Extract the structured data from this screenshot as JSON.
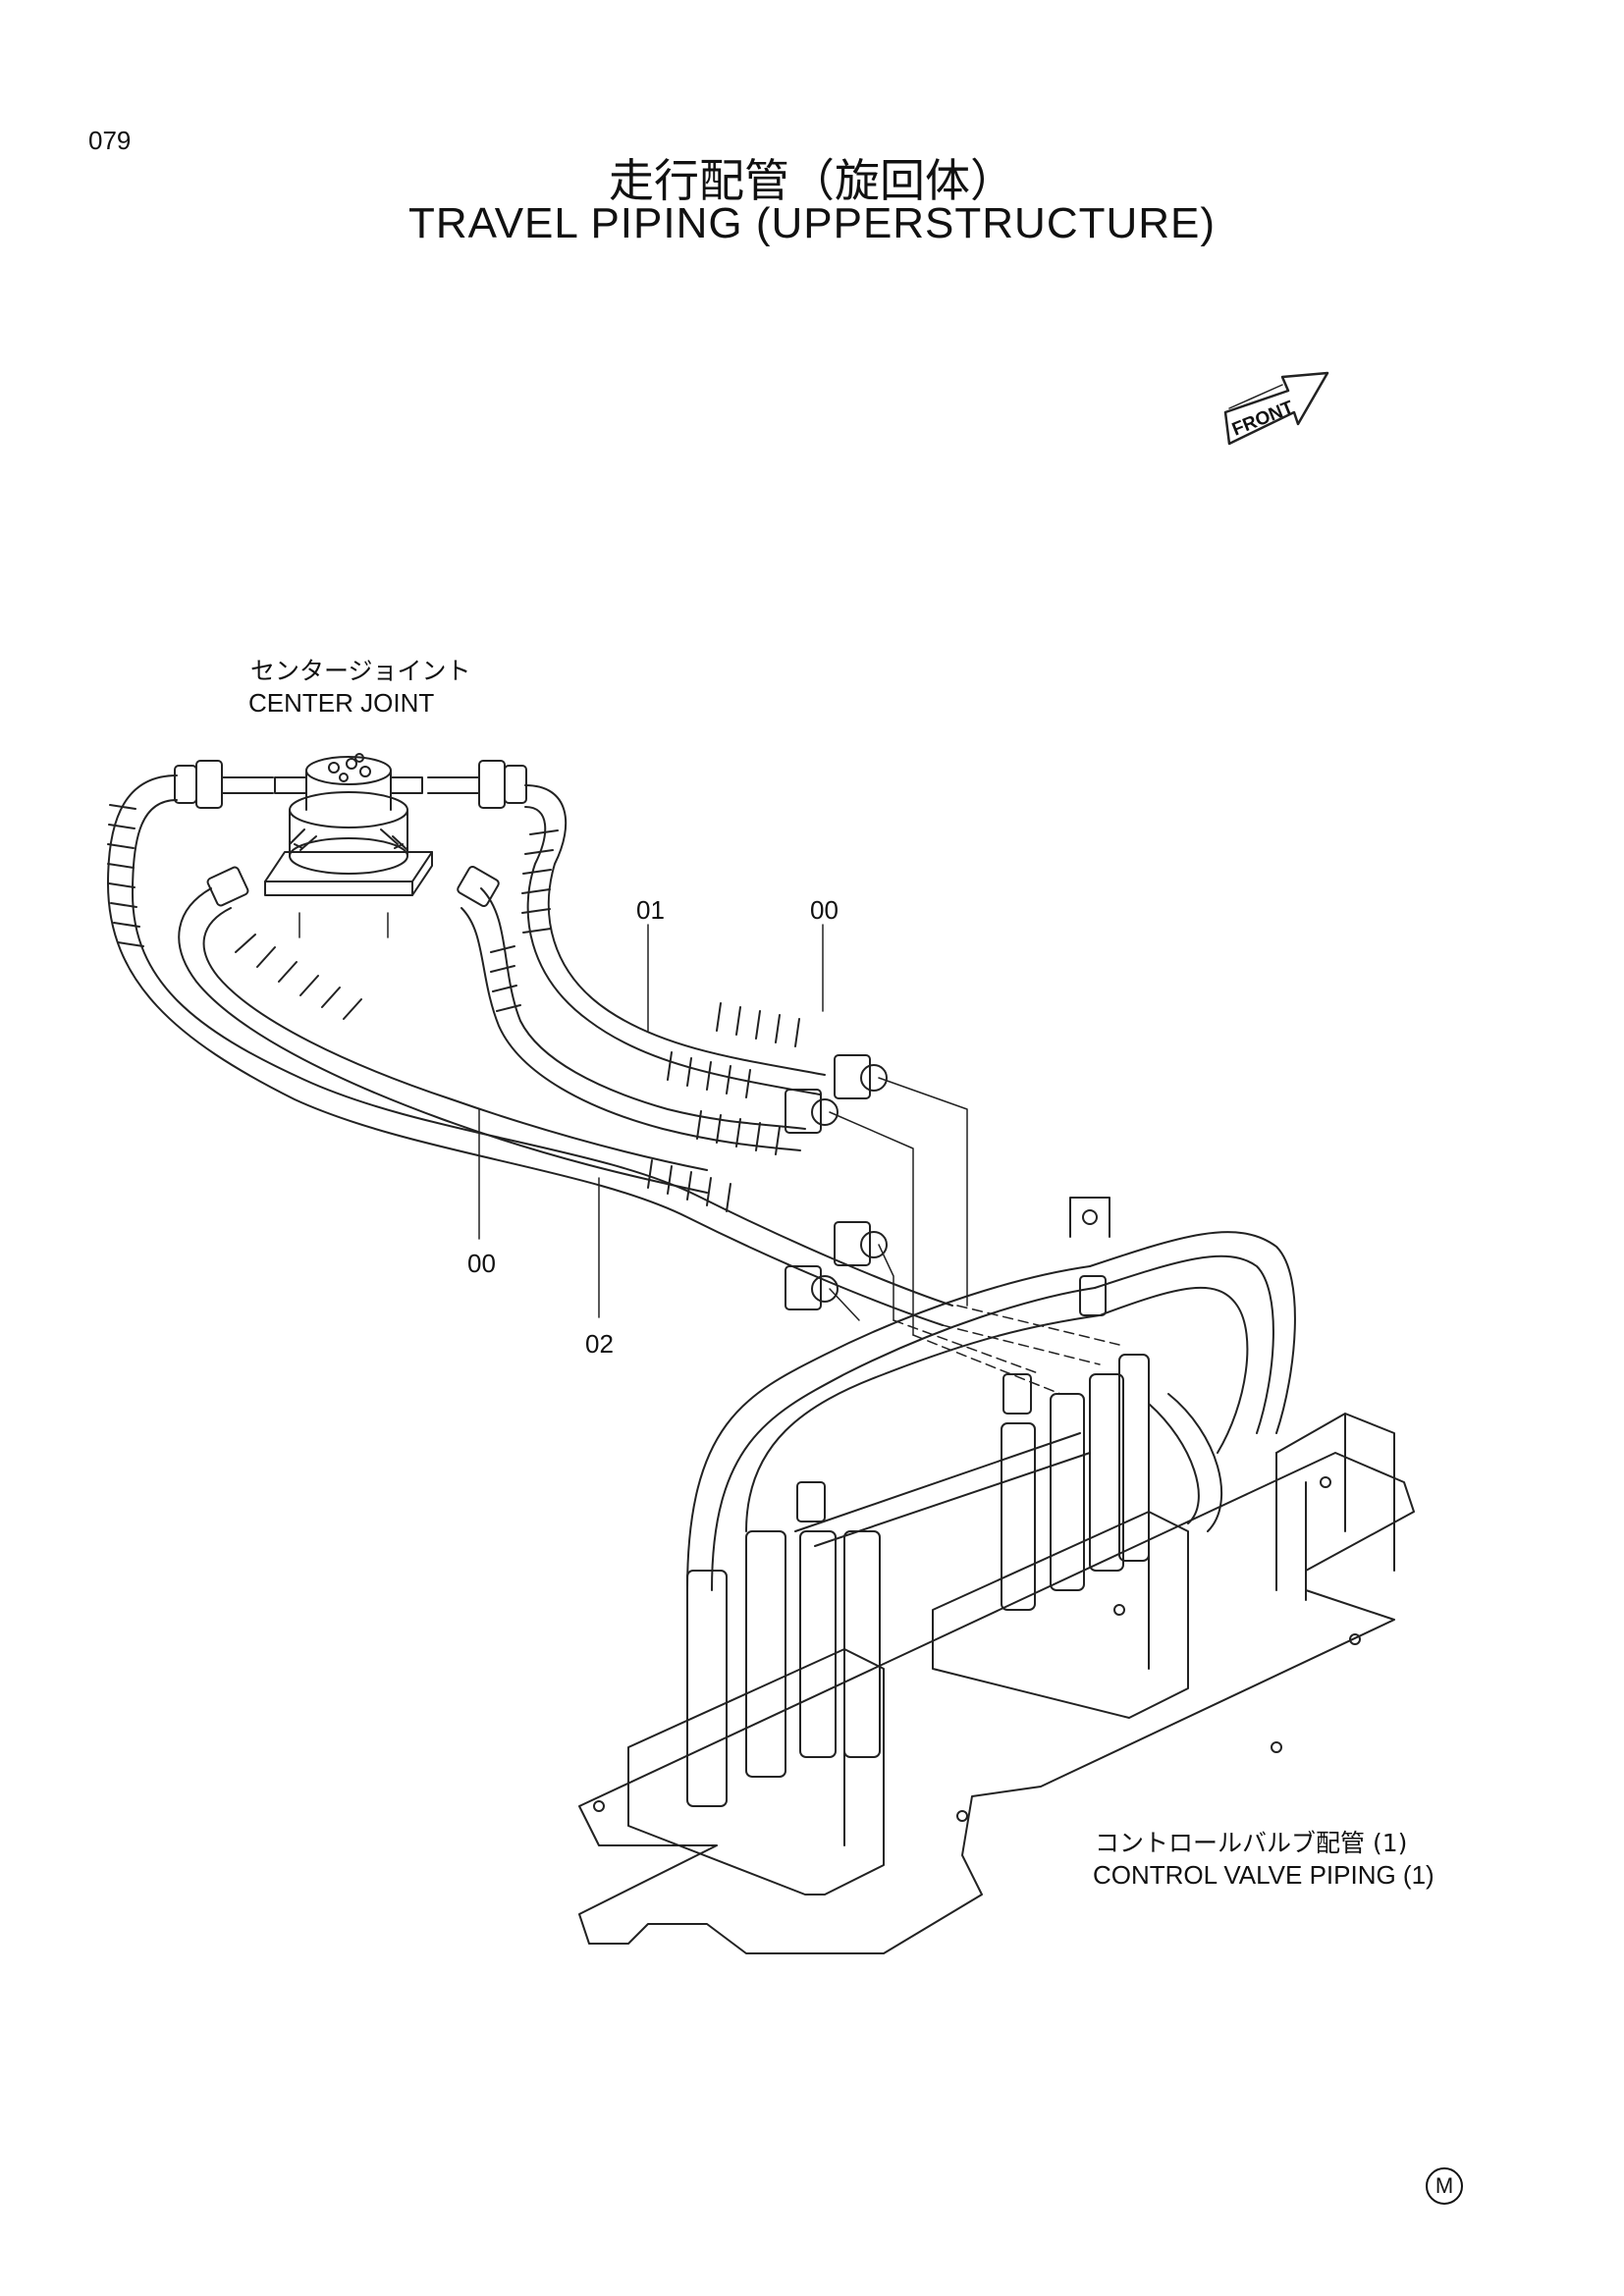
{
  "page_number": "079",
  "title_jp": "走行配管（旋回体）",
  "title_en": "TRAVEL PIPING (UPPERSTRUCTURE)",
  "front_label": "FRONT",
  "center_joint": {
    "label_jp": "センタージョイント",
    "label_en": "CENTER JOINT"
  },
  "control_valve": {
    "label_jp": "コントロールバルブ配管 (1)",
    "label_en": "CONTROL VALVE PIPING (1)"
  },
  "callouts": [
    "01",
    "00",
    "00",
    "02"
  ],
  "mark": "M"
}
